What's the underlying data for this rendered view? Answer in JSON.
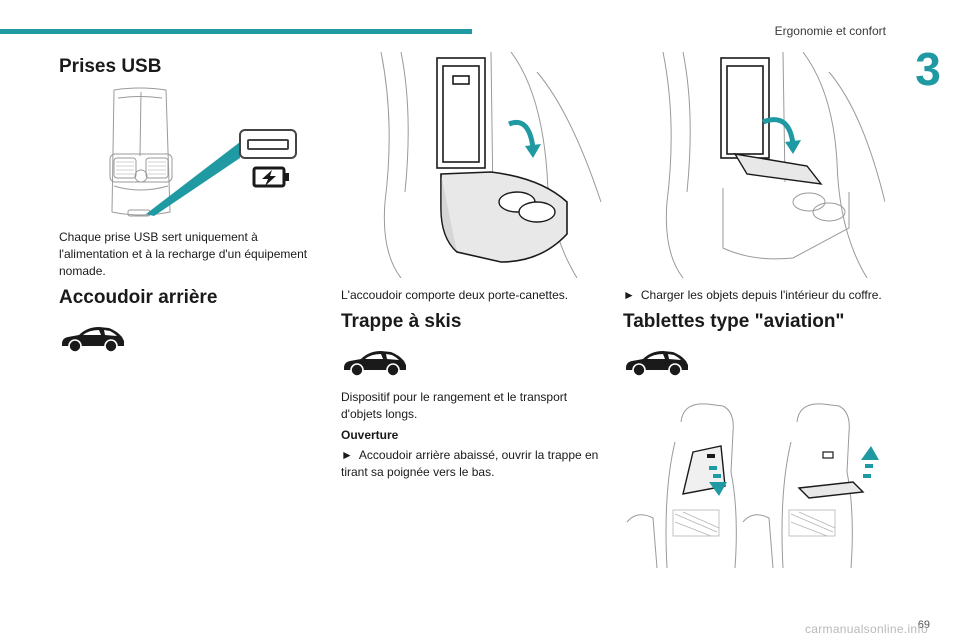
{
  "header": {
    "section": "Ergonomie et confort",
    "chapter": "3"
  },
  "usb": {
    "title": "Prises USB",
    "text": "Chaque prise USB sert uniquement à l'alimentation et à la recharge d'un équipement nomade."
  },
  "armrest": {
    "title": "Accoudoir arrière",
    "caption": "L'accoudoir comporte deux porte-canettes."
  },
  "ski": {
    "title": "Trappe à skis",
    "text": "Dispositif pour le rangement et le transport d'objets longs.",
    "subtitle": "Ouverture",
    "step": "Accoudoir arrière abaissé, ouvrir la trappe en tirant sa poignée vers le bas."
  },
  "trunk": {
    "step": "Charger les objets depuis l'intérieur du coffre."
  },
  "tables": {
    "title": "Tablettes type \"aviation\""
  },
  "footer": {
    "page": "69",
    "watermark": "carmanualsonline.info"
  },
  "colors": {
    "accent": "#1f9aa3",
    "text": "#1a1a1a"
  },
  "icons": [
    "car-silhouette-icon",
    "usb-port-icon",
    "battery-charge-icon",
    "arrow-icon",
    "bullet-triangle-icon"
  ]
}
